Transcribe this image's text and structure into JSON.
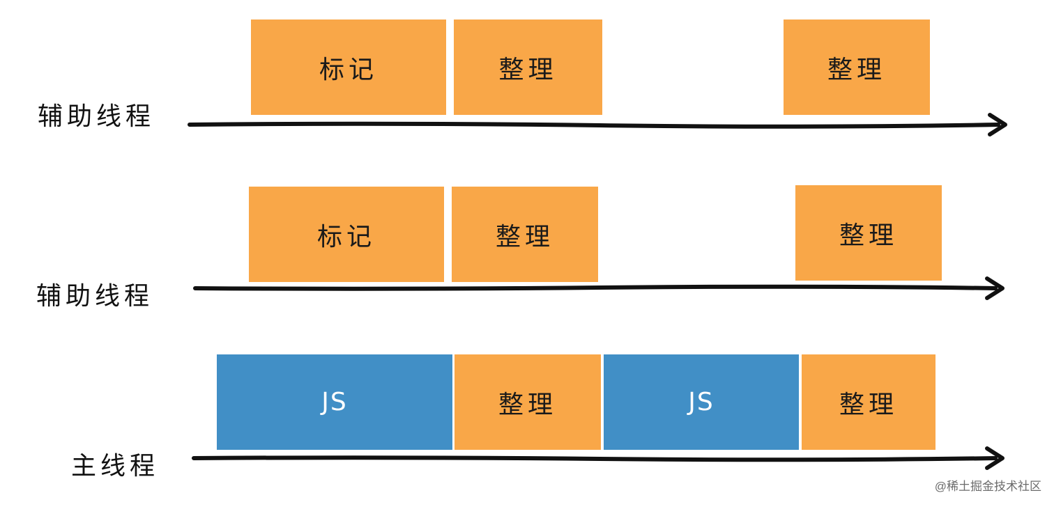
{
  "rows": [
    {
      "label": "辅助线程",
      "blocks": [
        {
          "text": "标记",
          "kind": "orange"
        },
        {
          "text": "整理",
          "kind": "orange"
        },
        {
          "text": "整理",
          "kind": "orange"
        }
      ]
    },
    {
      "label": "辅助线程",
      "blocks": [
        {
          "text": "标记",
          "kind": "orange"
        },
        {
          "text": "整理",
          "kind": "orange"
        },
        {
          "text": "整理",
          "kind": "orange"
        }
      ]
    },
    {
      "label": "主线程",
      "blocks": [
        {
          "text": "JS",
          "kind": "blue"
        },
        {
          "text": "整理",
          "kind": "orange"
        },
        {
          "text": "JS",
          "kind": "blue"
        },
        {
          "text": "整理",
          "kind": "orange"
        }
      ]
    }
  ],
  "colors": {
    "orange": "#F9A748",
    "blue": "#418FC6",
    "axis": "#111111"
  },
  "watermark": "@稀土掘金技术社区"
}
